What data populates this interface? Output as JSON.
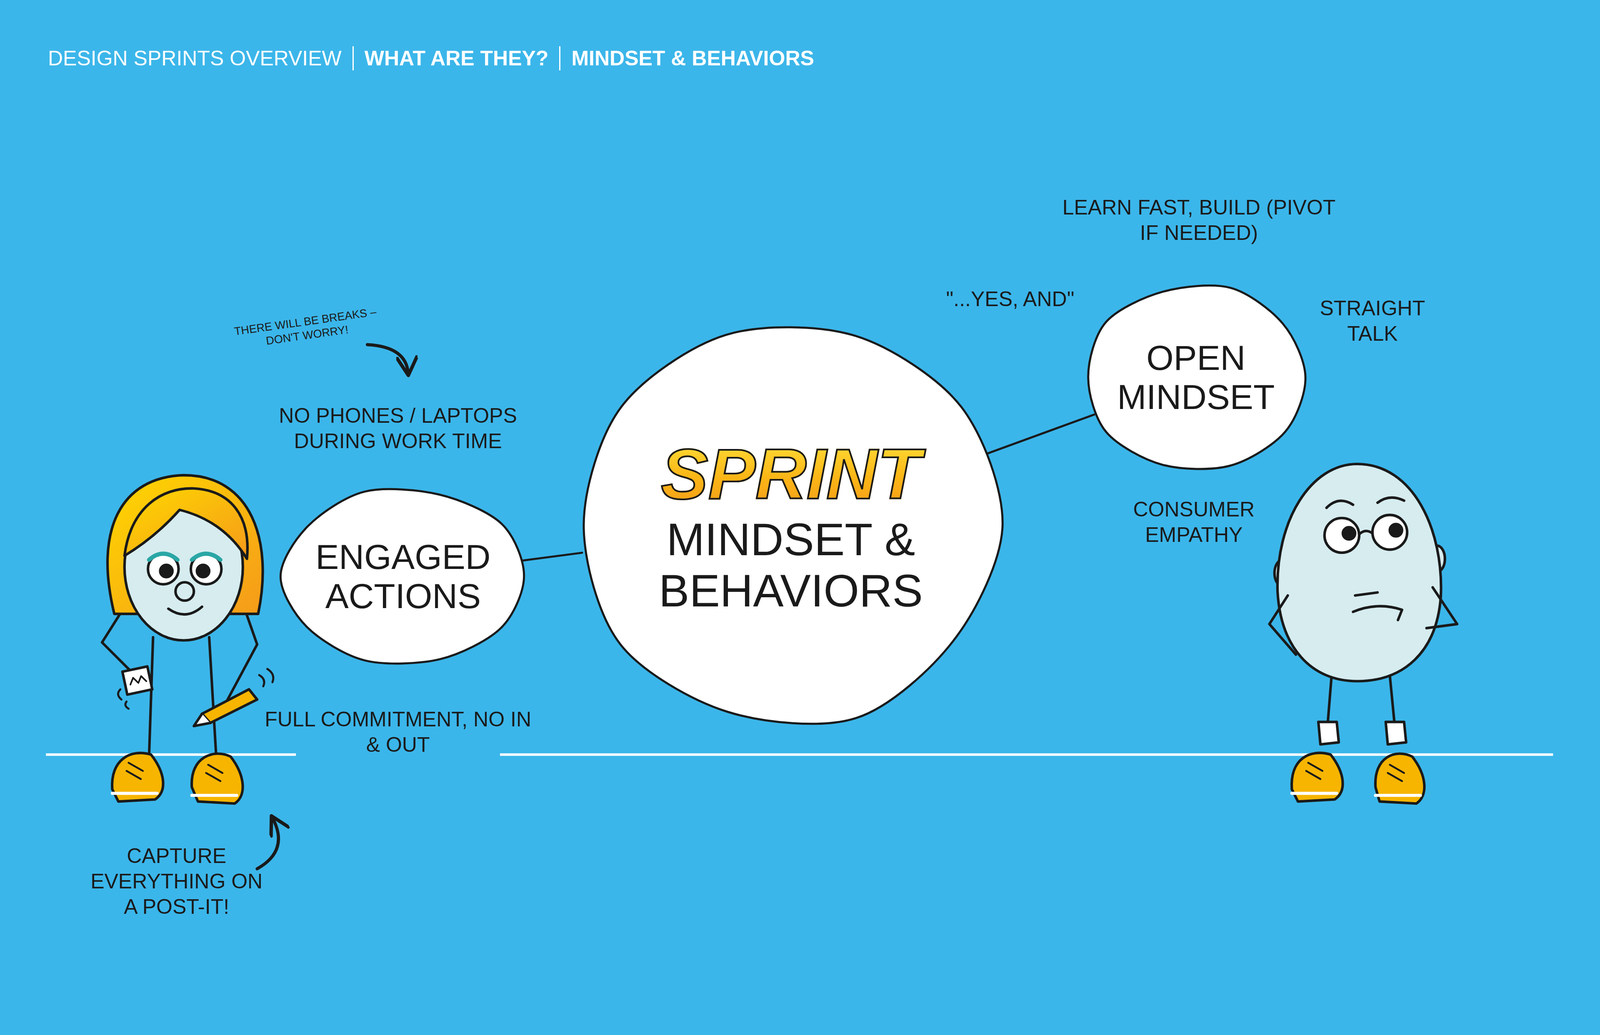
{
  "diagram": {
    "title": "DESIGN SPRINTS OVERVIEW",
    "nodes": [
      {
        "text": [
          "ENGAGED ACTIONS"
        ]
      },
      {
        "text": [
          "SPRINT",
          "MINDSET & BEHAVIORS"
        ]
      },
      {
        "text": [
          "OPEN MINDSET"
        ]
      }
    ],
    "edges": [
      {
        "from": 1,
        "to": 0,
        "arrow": "none"
      },
      {
        "from": 1,
        "to": 2,
        "arrow": "none"
      }
    ],
    "labels": [
      "WHAT ARE THEY?",
      "MINDSET & BEHAVIORS",
      "THERE WILL BE BREAKS – DON'T WORRY!",
      "NO PHONES / LAPTOPS DURING WORK TIME",
      "FULL COMMITMENT, NO IN & OUT",
      "CAPTURE EVERYTHING ON A POST-IT!",
      "LEARN FAST, BUILD (PIVOT IF NEEDED)",
      "\"...YES, AND\"",
      "STRAIGHT TALK",
      "CONSUMER EMPATHY"
    ]
  }
}
